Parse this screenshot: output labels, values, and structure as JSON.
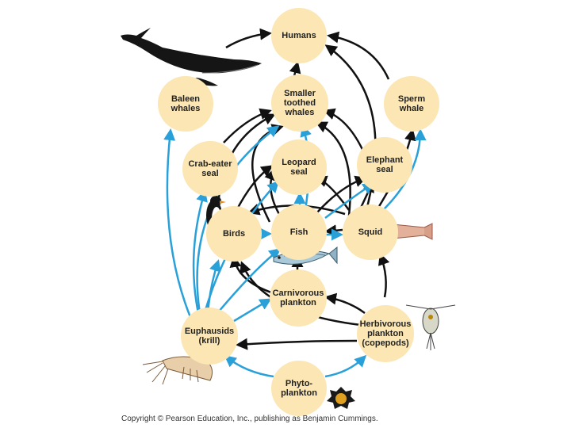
{
  "colors": {
    "node_fill": "#fbe6b4",
    "arrow_black": "#111111",
    "arrow_blue": "#2aa0d8"
  },
  "nodes": {
    "humans": "Humans",
    "baleen": "Baleen\nwhales",
    "toothed": "Smaller\ntoothed\nwhales",
    "sperm": "Sperm\nwhale",
    "crabeater": "Crab-eater\nseal",
    "leopard": "Leopard\nseal",
    "elephant": "Elephant\nseal",
    "birds": "Birds",
    "fish": "Fish",
    "squid": "Squid",
    "carniv": "Carnivorous\nplankton",
    "krill": "Euphausids\n(krill)",
    "herbiv": "Herbivorous\nplankton\n(copepods)",
    "phyto": "Phyto-\nplankton"
  },
  "illustrations": [
    "whale-icon",
    "penguin-icon",
    "fish-icon",
    "squid-icon",
    "krill-icon",
    "copepod-icon",
    "phytoplankton-icon"
  ],
  "copyright": "Copyright © Pearson Education, Inc., publishing as Benjamin Cummings."
}
